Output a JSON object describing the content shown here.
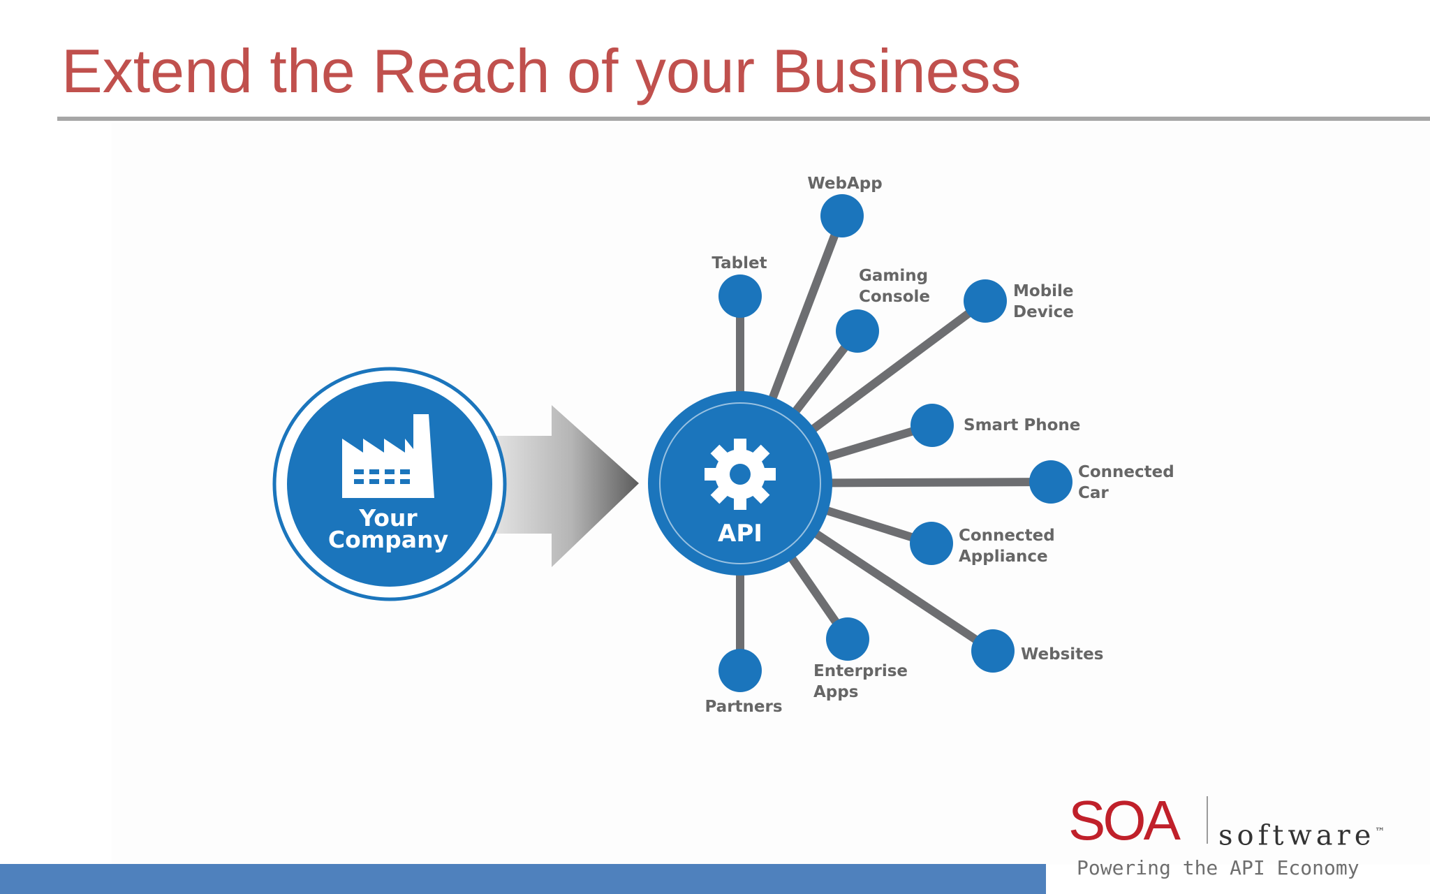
{
  "slide": {
    "title": "Extend the Reach of your Business"
  },
  "diagram": {
    "source": "Your Company",
    "source_lines": [
      "Your",
      "Company"
    ],
    "hub": "API",
    "nodes": [
      {
        "id": "webapp",
        "lines": [
          "WebApp"
        ]
      },
      {
        "id": "tablet",
        "lines": [
          "Tablet"
        ]
      },
      {
        "id": "gaming-console",
        "lines": [
          "Gaming",
          "Console"
        ]
      },
      {
        "id": "mobile-device",
        "lines": [
          "Mobile",
          "Device"
        ]
      },
      {
        "id": "smart-phone",
        "lines": [
          "Smart Phone"
        ]
      },
      {
        "id": "connected-car",
        "lines": [
          "Connected",
          "Car"
        ]
      },
      {
        "id": "connected-appliance",
        "lines": [
          "Connected",
          "Appliance"
        ]
      },
      {
        "id": "websites",
        "lines": [
          "Websites"
        ]
      },
      {
        "id": "enterprise-apps",
        "lines": [
          "Enterprise",
          "Apps"
        ]
      },
      {
        "id": "partners",
        "lines": [
          "Partners"
        ]
      }
    ],
    "icons": {
      "source": "factory-icon",
      "hub": "gear-icon",
      "connector": "arrow-right-icon"
    },
    "colors": {
      "node": "#1b75bc",
      "spoke": "#6d6e71",
      "label": "#666666"
    }
  },
  "logo": {
    "brand": "SOA",
    "product": "software",
    "trademark": "™",
    "tagline": "Powering the API Economy"
  },
  "colors": {
    "title": "#c0504d",
    "rule": "#a6a6a6",
    "footer_bar": "#4f81bd",
    "logo_red": "#c0202a"
  }
}
